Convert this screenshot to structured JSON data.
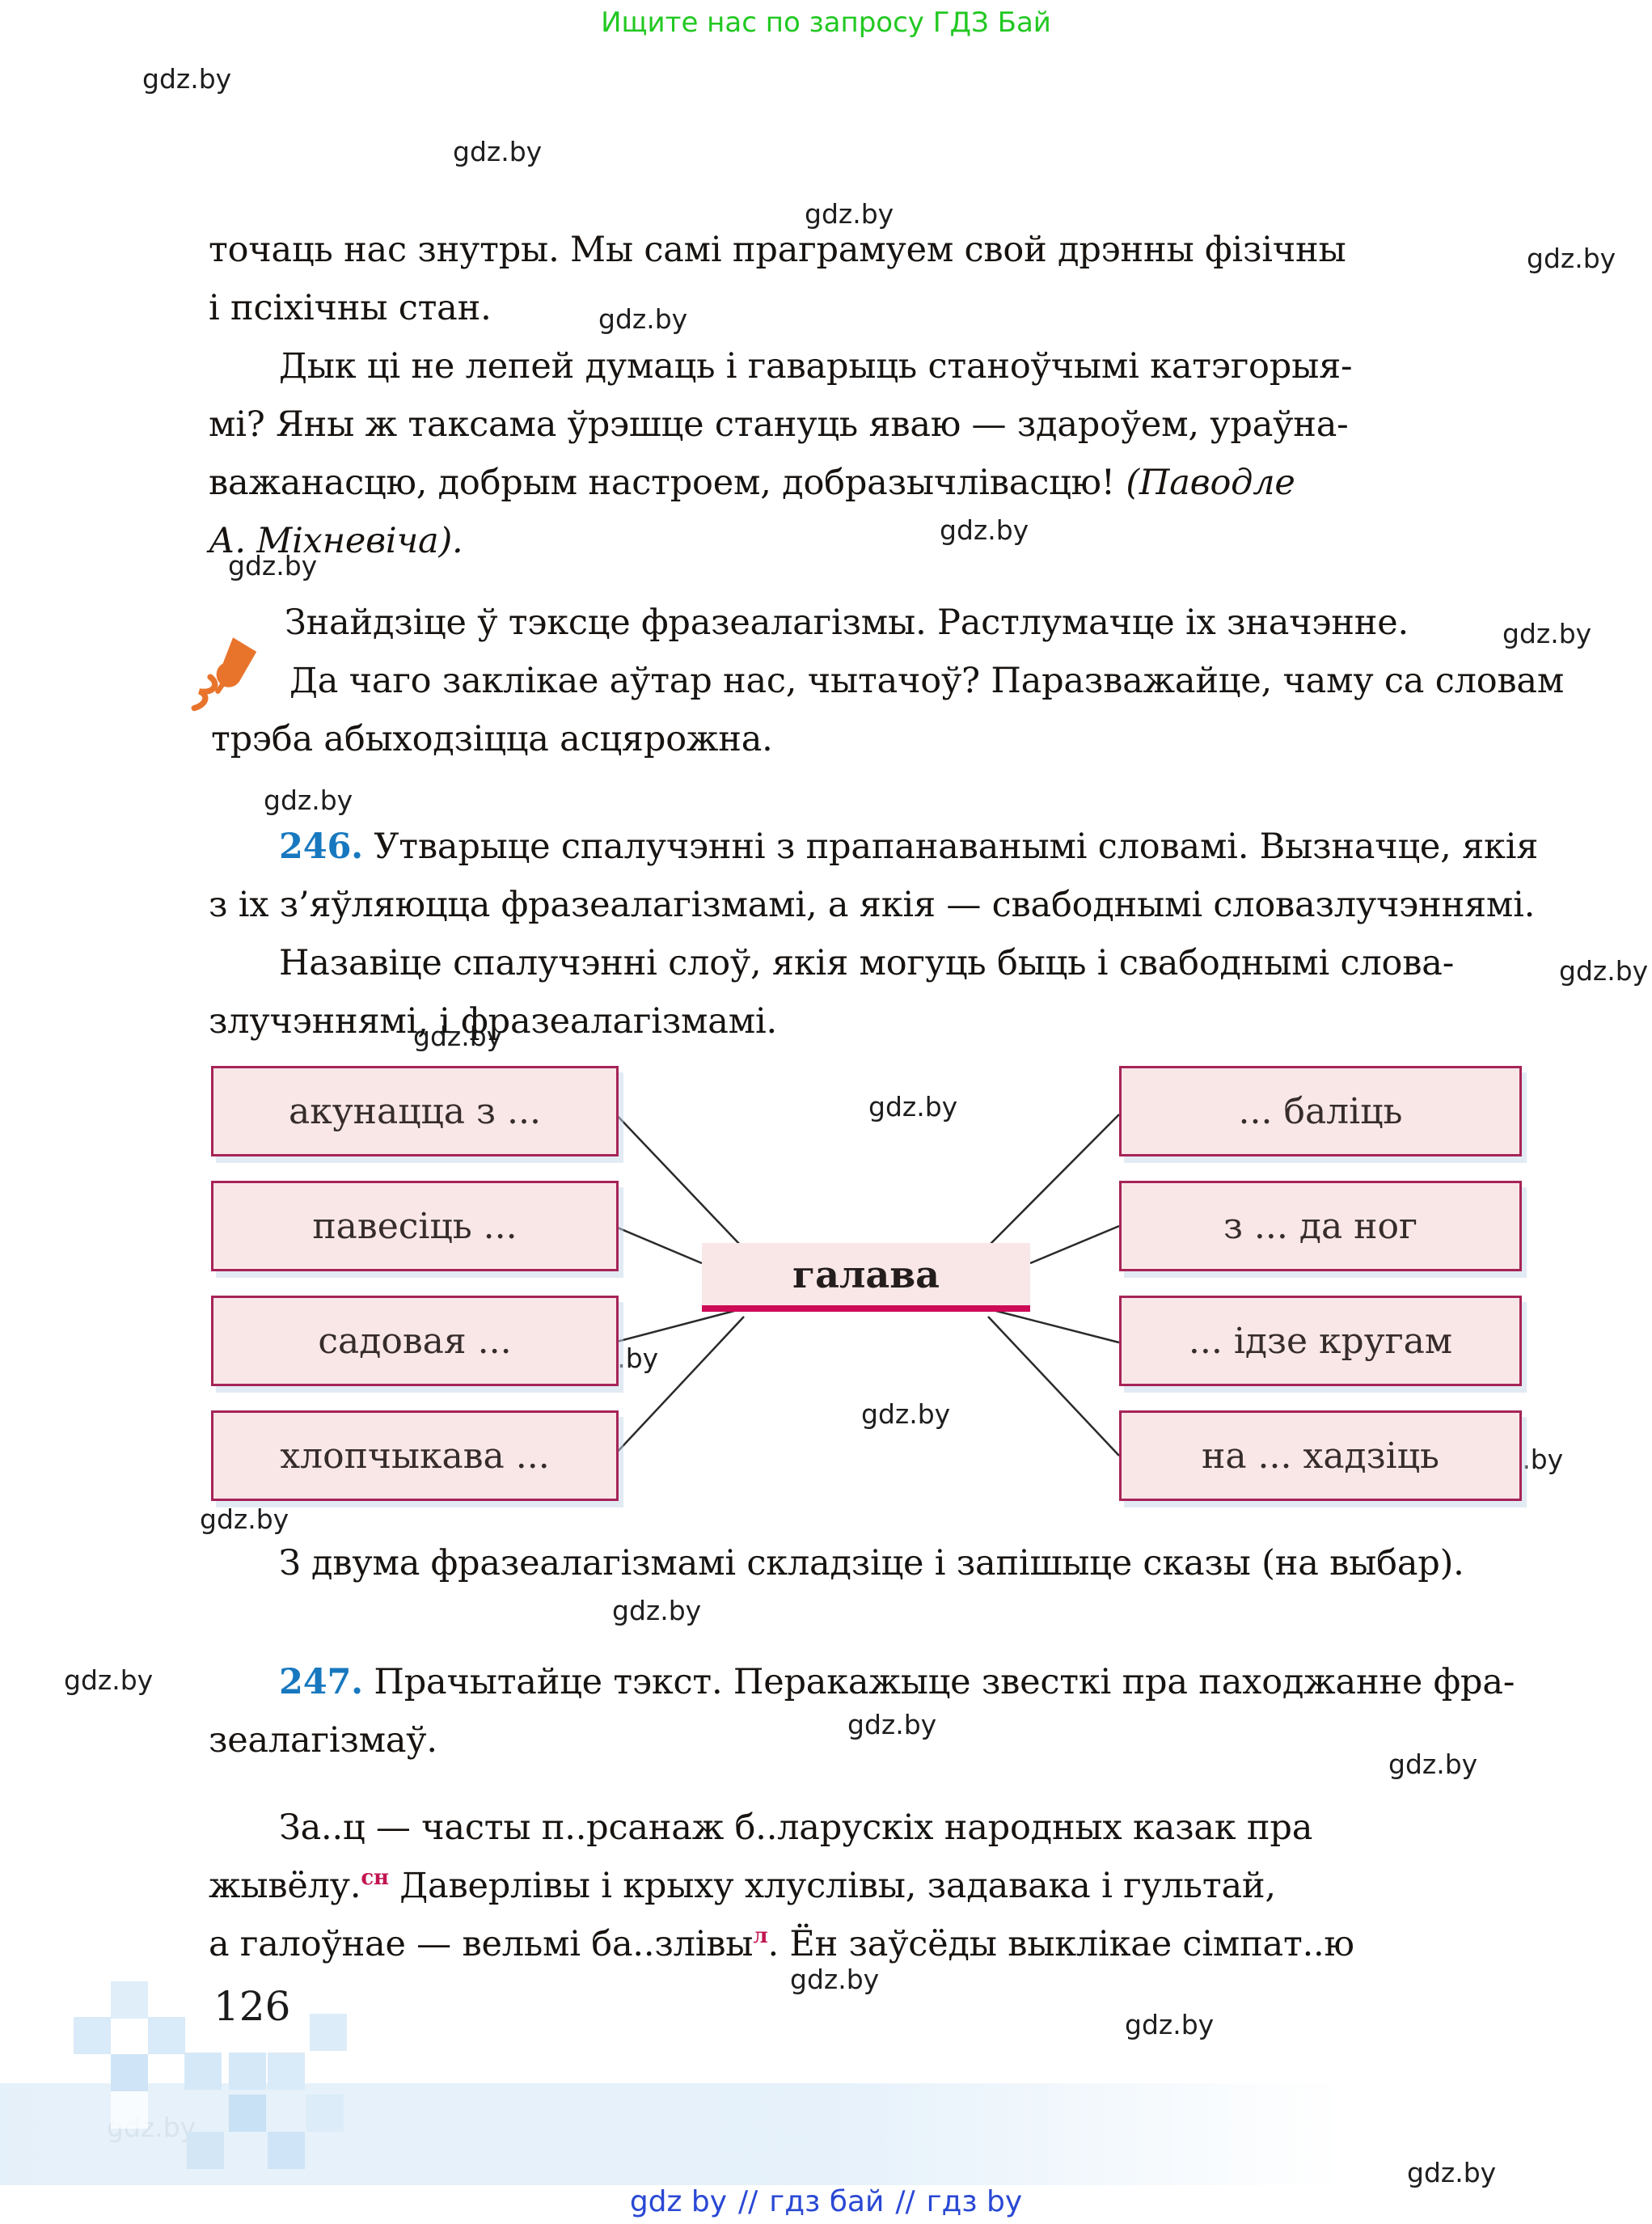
{
  "banner": {
    "text": "Ищите нас по запросу ГДЗ Бай",
    "color": "#22c822"
  },
  "watermark": {
    "label": "gdz.by"
  },
  "paragraph_intro": {
    "line1": "точаць нас знутры. Мы самі праграмуем свой дрэнны фізічны",
    "line2": "і псіхічны стан."
  },
  "paragraph_think": {
    "line1": "Дык ці не лепей думаць і гаварыць станоўчымі катэгорыя-",
    "line2": "мі? Яны ж таксама ўрэшце стануць яваю — здароўем, ураўна-",
    "line3_normal": "важанасцю, добрым настроем, добразычлівасцю! ",
    "line3_italic": "(Паводле",
    "line4_italic": "А. Міхневіча)."
  },
  "task_find": {
    "line1": "Знайдзіце ў тэксце фразеалагізмы. Растлумачце іх значэнне.",
    "line2": "Да чаго заклікае аўтар нас, чытачоў? Паразважайце, чаму са словам",
    "line3": "трэба абыходзіцца асцярожна.",
    "pen_icon_color": "#e8742c"
  },
  "exercise246": {
    "number": "246.",
    "line1": "Утварыце спалучэнні з прапанаванымі словамі. Вызначце, якія",
    "line2": "з іх з’яўляюцца фразеалагізмамі, а якія — свабоднымі словазлучэннямі.",
    "line3": "Назавіце спалучэнні слоў, якія могуць быць і свабоднымі слова-",
    "line4": "злучэннямі, і фразеалагізмамі."
  },
  "diagram": {
    "center": "галава",
    "left": [
      "акунацца з ...",
      "павесіць ...",
      "садовая ...",
      "хлопчыкава ..."
    ],
    "right": [
      "... баліць",
      "з ... да ног",
      "... ідзе кругам",
      "на ... хадзіць"
    ],
    "colors": {
      "box_fill": "#f9e7e7",
      "box_border": "#a62457",
      "center_underline": "#ce0a56",
      "line": "#2a2a2a"
    }
  },
  "task_after_diagram": "З двума фразеалагізмамі складзіце і запішыце сказы (на выбар).",
  "exercise247": {
    "number": "247.",
    "line1": "Прачытайце тэкст. Перакажыце звесткі пра паходжанне фра-",
    "line2": "зеалагізмаў."
  },
  "text247": {
    "line1": "За..ц — часты п..рсанаж б..ларускіх народных казак пра",
    "line2_pre": "жывёлу.",
    "line2_sup": "сн",
    "line2_post": " Даверлівы і крыху хлуслівы, задавака і гультай,",
    "line3_pre": "а галоўнае — вельмі ба..злівы",
    "line3_sup": "л",
    "line3_post": ". Ён заўсёды выклікае сімпат..ю",
    "sup_color": "#c21551",
    "number_color": "#1878bf"
  },
  "page": {
    "number": "126"
  },
  "footer": {
    "link1": "gdz by",
    "link2": "гдз бай",
    "link3": "гдз by",
    "separator": "//"
  }
}
